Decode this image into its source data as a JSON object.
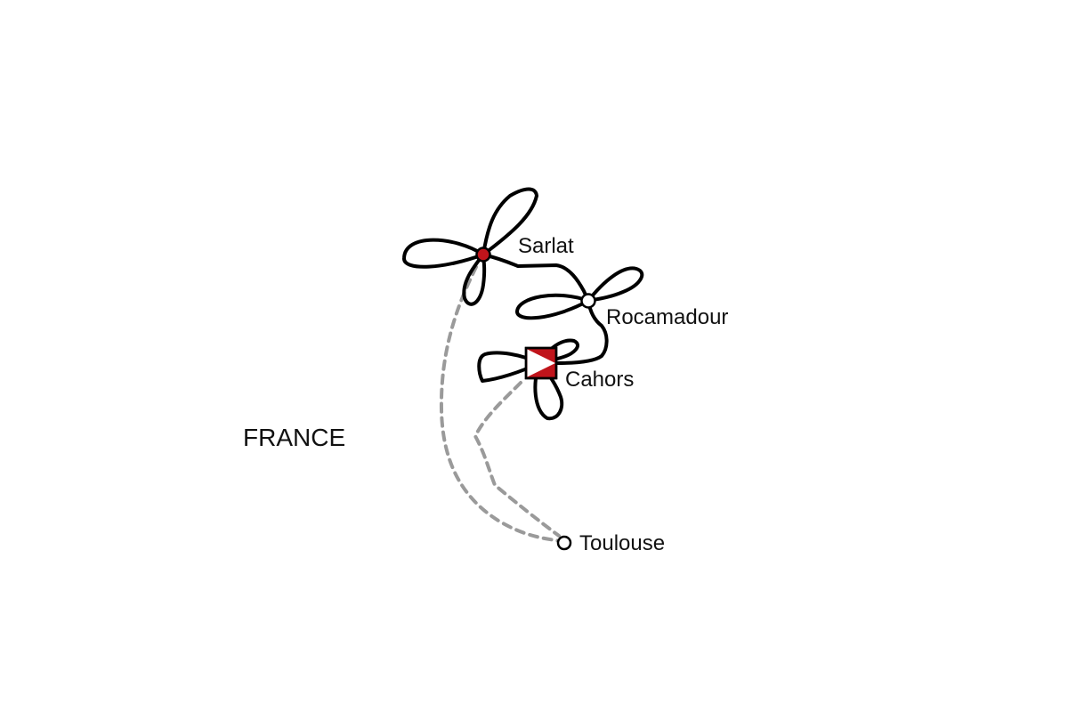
{
  "map": {
    "country_label": "FRANCE",
    "places": {
      "sarlat": {
        "name": "Sarlat",
        "marker": "filled-circle"
      },
      "rocamadour": {
        "name": "Rocamadour",
        "marker": "hollow-circle"
      },
      "cahors": {
        "name": "Cahors",
        "marker": "start-end-flag-square"
      },
      "toulouse": {
        "name": "Toulouse",
        "marker": "small-hollow-circle"
      }
    },
    "colors": {
      "route": "#000000",
      "transfer": "#9a9a9a",
      "accent": "#c0141b",
      "background": "#ffffff"
    }
  }
}
